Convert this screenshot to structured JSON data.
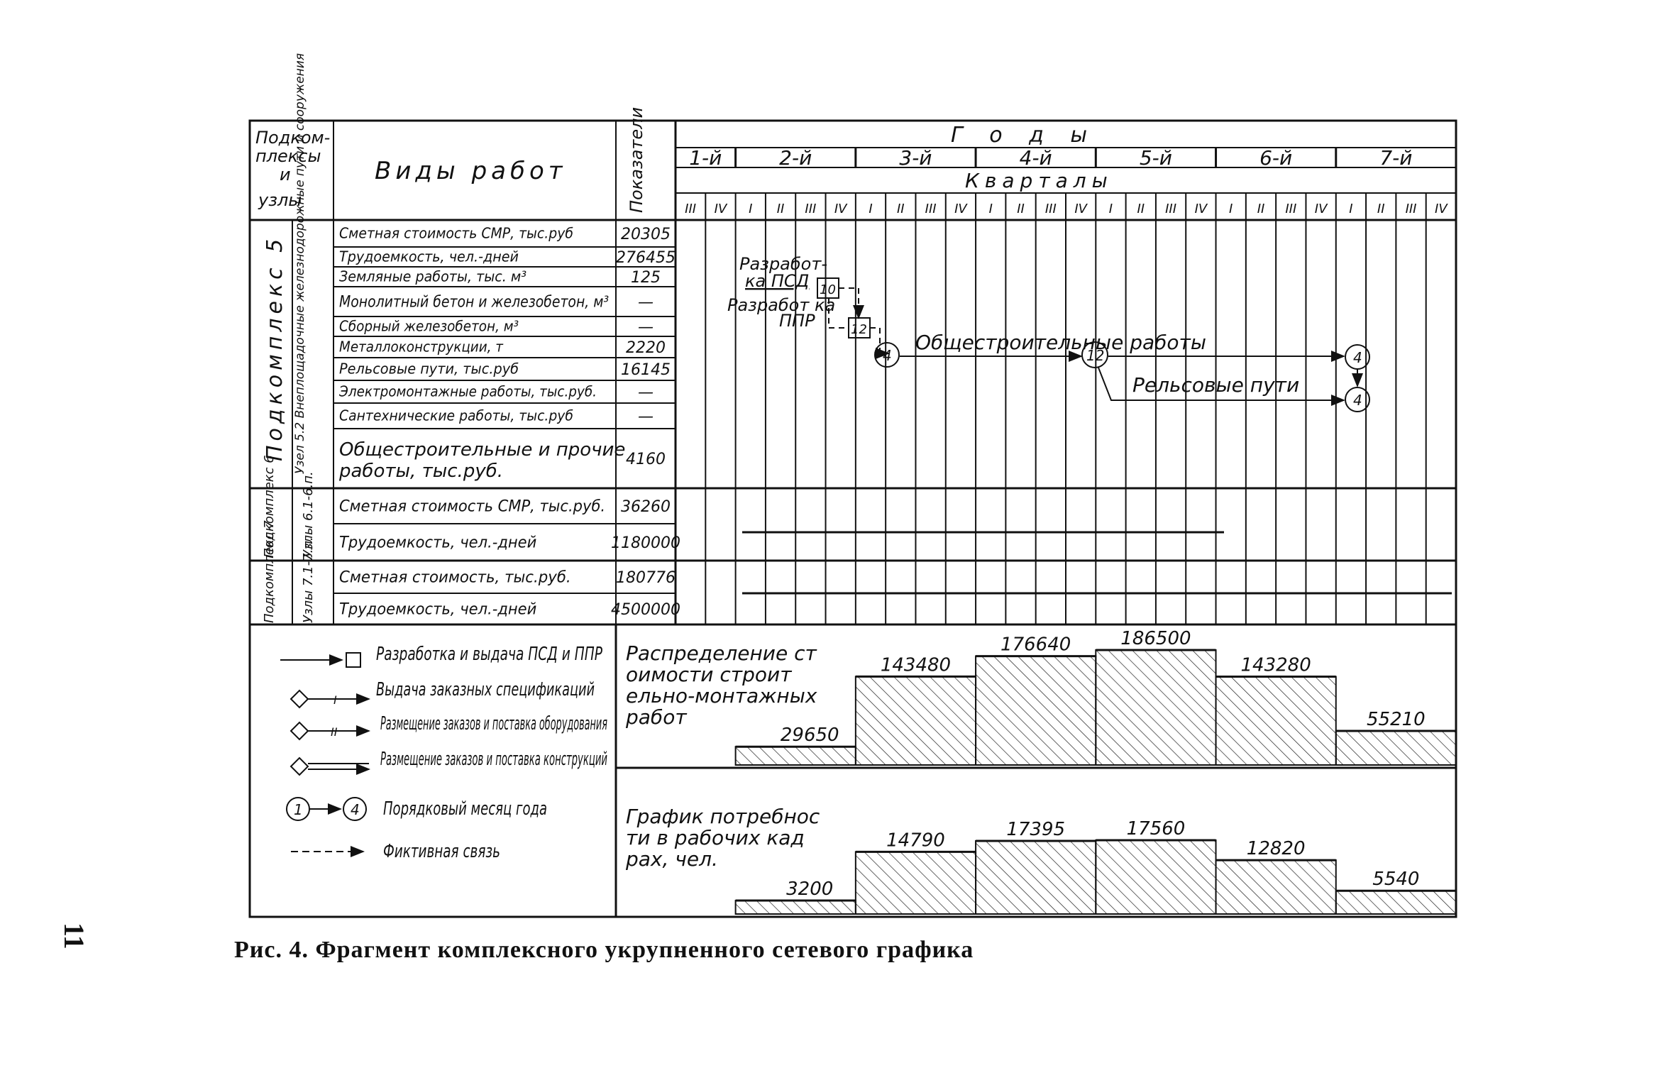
{
  "table": {
    "col_headers": {
      "subcomplexes": "Подкомплексы и узлы",
      "works": "Виды работ",
      "indicators": "Показатели",
      "years_title": "Г о д ы",
      "quarters_title": "Кварталы"
    },
    "years": [
      "1-й",
      "2-й",
      "3-й",
      "4-й",
      "5-й",
      "6-й",
      "7-й"
    ],
    "quarters": [
      "III",
      "IV",
      "I",
      "II",
      "III",
      "IV",
      "I",
      "II",
      "III",
      "IV",
      "I",
      "II",
      "III",
      "IV",
      "I",
      "II",
      "III",
      "IV",
      "I",
      "II",
      "III",
      "IV",
      "I",
      "II",
      "III",
      "IV"
    ],
    "groups": [
      {
        "label": "Подкомплекс 5",
        "node": "Узел 5.2 Внеплощадочные железнодорожные пути и сооружения"
      },
      {
        "label": "Подкомплекс 6",
        "node": "Узлы 6.1-6.п."
      },
      {
        "label": "Подкомплекс 7",
        "node": "Узлы 7.1-7.п."
      }
    ],
    "rows": [
      {
        "work": "Сметная стоимость СМР, тыс.руб",
        "value": "20305"
      },
      {
        "work": "Трудоемкость, чел.-дней",
        "value": "276455"
      },
      {
        "work": "Земляные работы, тыс. м³",
        "value": "125"
      },
      {
        "work": "Монолитный бетон и железобетон, м³",
        "value": "—"
      },
      {
        "work": "Сборный железобетон, м³",
        "value": "—"
      },
      {
        "work": "Металлоконструкции, т",
        "value": "2220"
      },
      {
        "work": "Рельсовые пути, тыс.руб",
        "value": "16145"
      },
      {
        "work": "Электромонтажные работы, тыс.руб.",
        "value": "—"
      },
      {
        "work": "Сантехнические работы, тыс.руб",
        "value": "—"
      },
      {
        "work": "Общестроительные и прочие работы, тыс.руб.",
        "value": "4160"
      },
      {
        "work": "Сметная стоимость СМР, тыс.руб.",
        "value": "36260"
      },
      {
        "work": "Трудоемкость, чел.-дней",
        "value": "1180000"
      },
      {
        "work": "Сметная стоимость, тыс.руб.",
        "value": "180776"
      },
      {
        "work": "Трудоемкость, чел.-дней",
        "value": "4500000"
      }
    ]
  },
  "network": {
    "psd_label": "Разработка ПСД",
    "ppr_label": "Разработка ППР",
    "node_10": "10",
    "node_12a": "12",
    "node_4a": "4",
    "node_12b": "12",
    "node_4b": "4",
    "node_4c": "4",
    "general_works_label": "Общестроительные работы",
    "rail_label": "Рельсовые пути"
  },
  "legend": {
    "items": [
      "Разработка и выдача ПСД и ППР",
      "Выдача заказных спецификаций",
      "Размещение заказов и поставка оборудования",
      "Размещение заказов и поставка конструкций",
      "Порядковый месяц года",
      "Фиктивная связь"
    ],
    "circle_1": "1",
    "circle_4": "4",
    "mark_I": "I",
    "mark_II": "II"
  },
  "cost_chart": {
    "title": "Распределение стоимости строительно-монтажных работ",
    "values": [
      29650,
      143480,
      176640,
      186500,
      143280,
      55210
    ],
    "labels": [
      "29650",
      "143480",
      "176640",
      "186500",
      "143280",
      "55210"
    ]
  },
  "staff_chart": {
    "title": "График потребности в рабочих кадрах, чел.",
    "values": [
      3200,
      14790,
      17395,
      17560,
      12820,
      5540
    ],
    "labels": [
      "3200",
      "14790",
      "17395",
      "17560",
      "12820",
      "5540"
    ]
  },
  "chart_data": [
    {
      "type": "area",
      "title": "Распределение стоимости строительно-монтажных работ",
      "categories": [
        "2-й",
        "3-й",
        "4-й",
        "5-й",
        "6-й",
        "7-й"
      ],
      "values": [
        29650,
        143480,
        176640,
        186500,
        143280,
        55210
      ]
    },
    {
      "type": "area",
      "title": "График потребности в рабочих кадрах, чел.",
      "categories": [
        "2-й",
        "3-й",
        "4-й",
        "5-й",
        "6-й",
        "7-й"
      ],
      "values": [
        3200,
        14790,
        17395,
        17560,
        12820,
        5540
      ]
    }
  ],
  "caption": "Рис. 4. Фрагмент комплексного укрупненного сетевого графика",
  "page_number": "11"
}
